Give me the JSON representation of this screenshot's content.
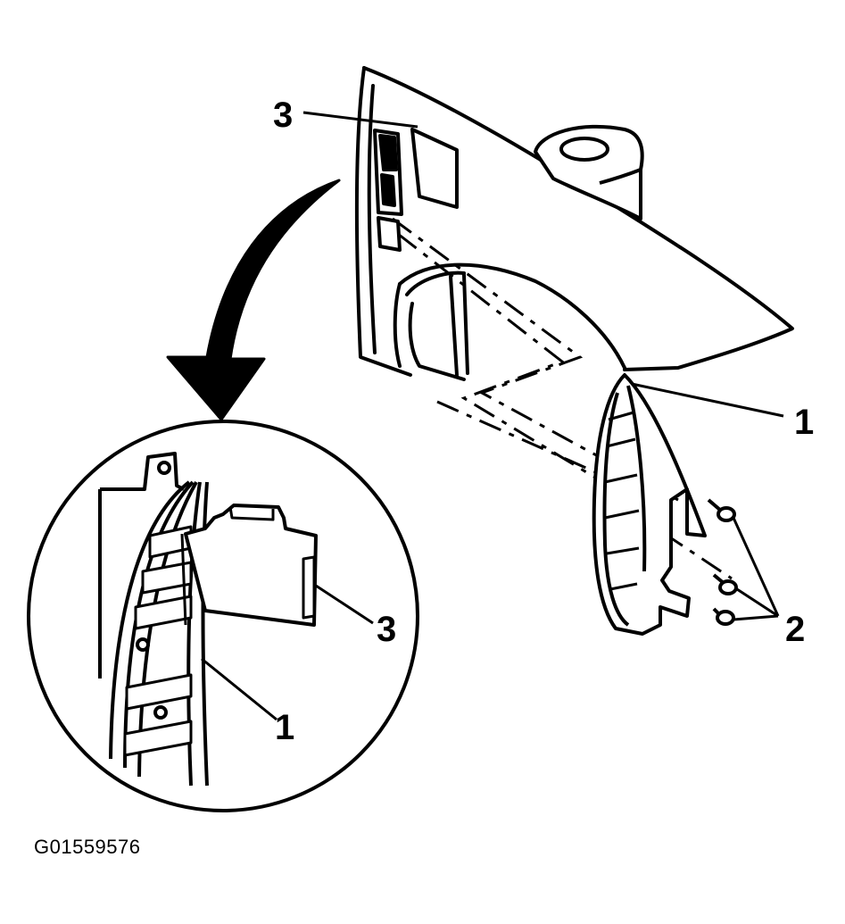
{
  "figure": {
    "figure_id": "G01559576",
    "callouts": {
      "part_1_main": "1",
      "part_2_main": "2",
      "part_3_main": "3",
      "part_1_detail": "1",
      "part_3_detail": "3"
    }
  },
  "colors": {
    "line": "#000000",
    "background": "#ffffff"
  }
}
